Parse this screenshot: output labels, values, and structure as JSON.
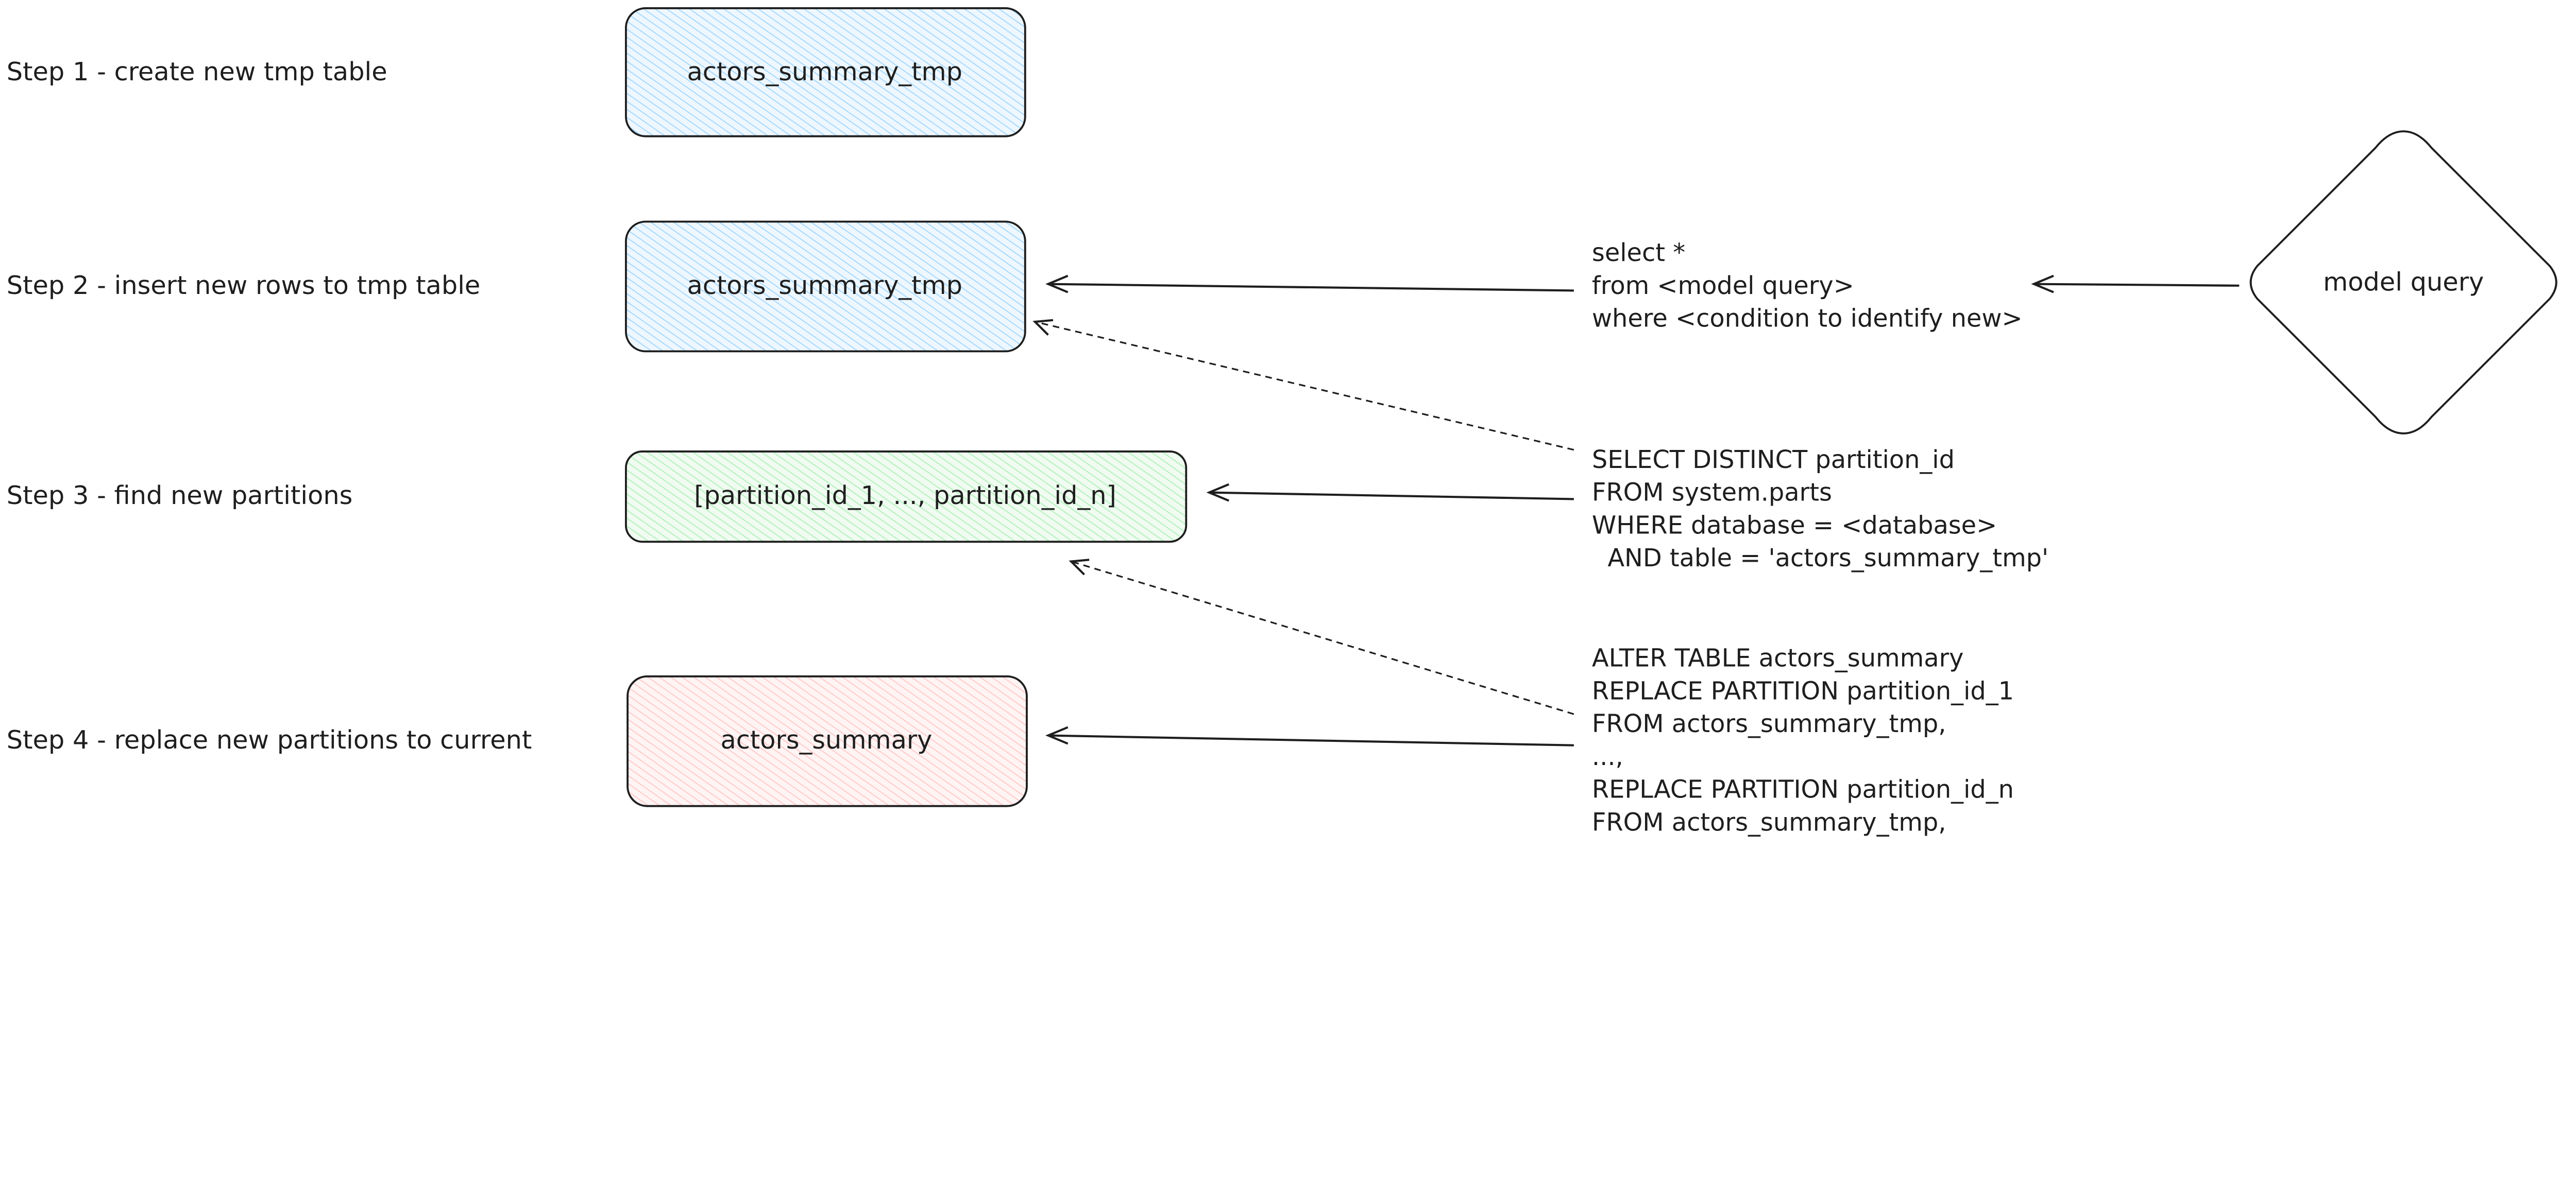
{
  "steps": [
    {
      "label": "Step 1 - create new tmp table"
    },
    {
      "label": "Step 2 - insert new rows to tmp table"
    },
    {
      "label": "Step 3 - find new partitions"
    },
    {
      "label": "Step 4 - replace new partitions to current"
    }
  ],
  "nodes": {
    "tmp_table_1": {
      "label": "actors_summary_tmp",
      "fill": "#a5d8ff"
    },
    "tmp_table_2": {
      "label": "actors_summary_tmp",
      "fill": "#a5d8ff"
    },
    "partitions": {
      "label": "[partition_id_1, ..., partition_id_n]",
      "fill": "#b2f2bb"
    },
    "summary": {
      "label": "actors_summary",
      "fill": "#ffc9c9"
    },
    "model_query": {
      "label": "model query"
    }
  },
  "code": {
    "insert": [
      "select *",
      "from <model query>",
      "where <condition to identify new>"
    ],
    "partitions": [
      "SELECT DISTINCT partition_id",
      "FROM system.parts",
      "WHERE database = <database>",
      "  AND table = 'actors_summary_tmp'"
    ],
    "replace": [
      "ALTER TABLE actors_summary",
      "REPLACE PARTITION partition_id_1",
      "FROM actors_summary_tmp,",
      "...,",
      "REPLACE PARTITION partition_id_n",
      "FROM actors_summary_tmp,"
    ]
  }
}
